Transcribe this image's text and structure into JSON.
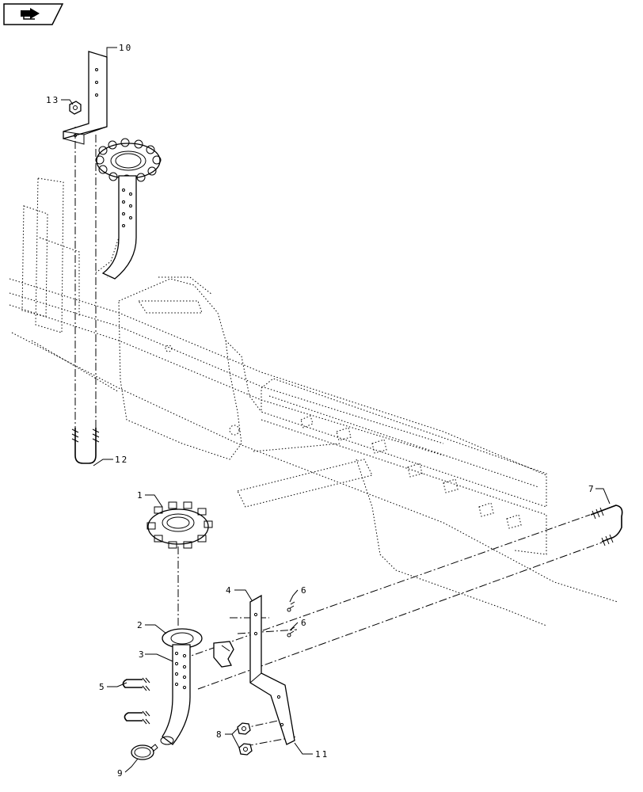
{
  "nav": {
    "icon": "previous-page-arrow-icon"
  },
  "callouts": {
    "c1": "1",
    "c2": "2",
    "c3": "3",
    "c4": "4",
    "c5": "5",
    "c6a": "6",
    "c6b": "6",
    "c7": "7",
    "c8": "8",
    "c9": "9",
    "c10": "10",
    "c11": "11",
    "c12": "12",
    "c13": "13"
  },
  "colors": {
    "line": "#000000",
    "background": "#ffffff"
  }
}
